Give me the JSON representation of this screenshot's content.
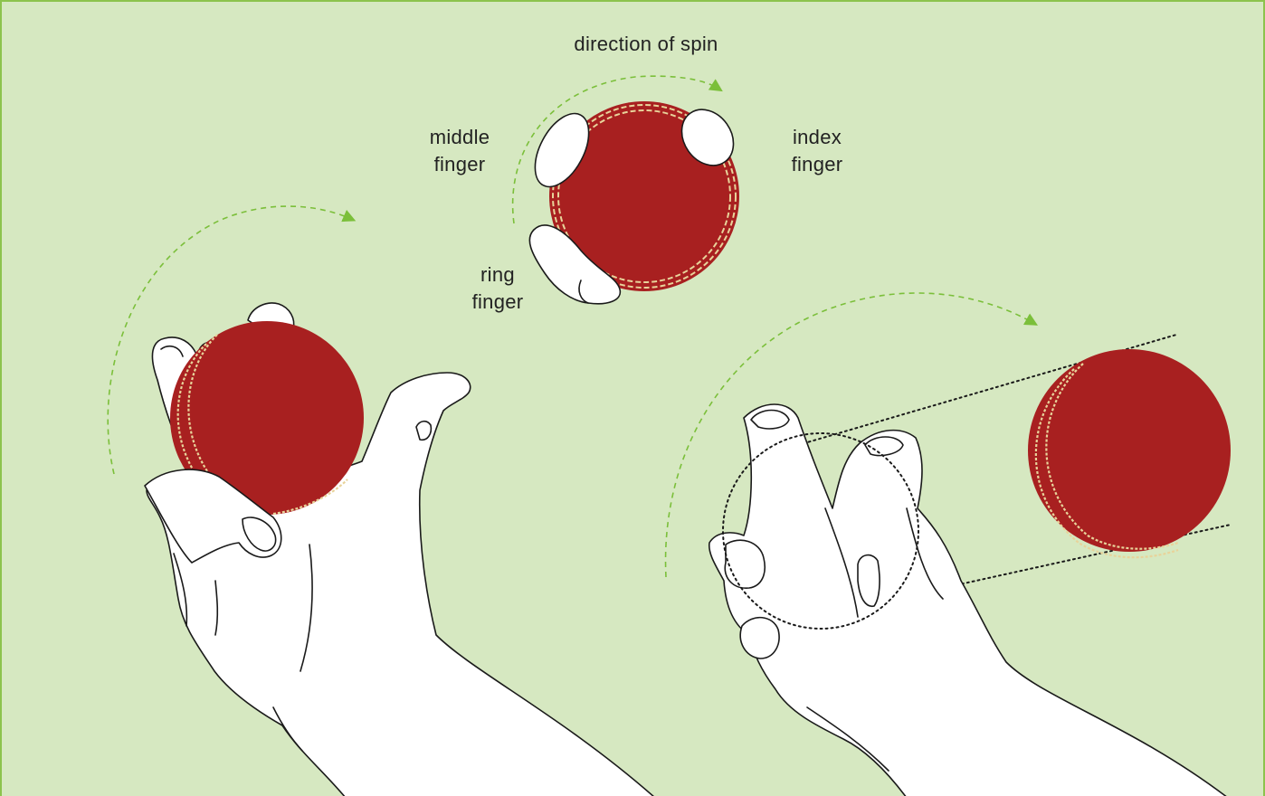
{
  "labels": {
    "direction": "direction of spin",
    "middle_1": "middle",
    "middle_2": "finger",
    "index_1": "index",
    "index_2": "finger",
    "ring_1": "ring",
    "ring_2": "finger"
  },
  "colors": {
    "background": "#d6e8c1",
    "frame": "#8cc34d",
    "ball": "#a82020",
    "seam": "#e8d39a",
    "arrow": "#7bbf3a",
    "outline": "#1a1a1a"
  }
}
